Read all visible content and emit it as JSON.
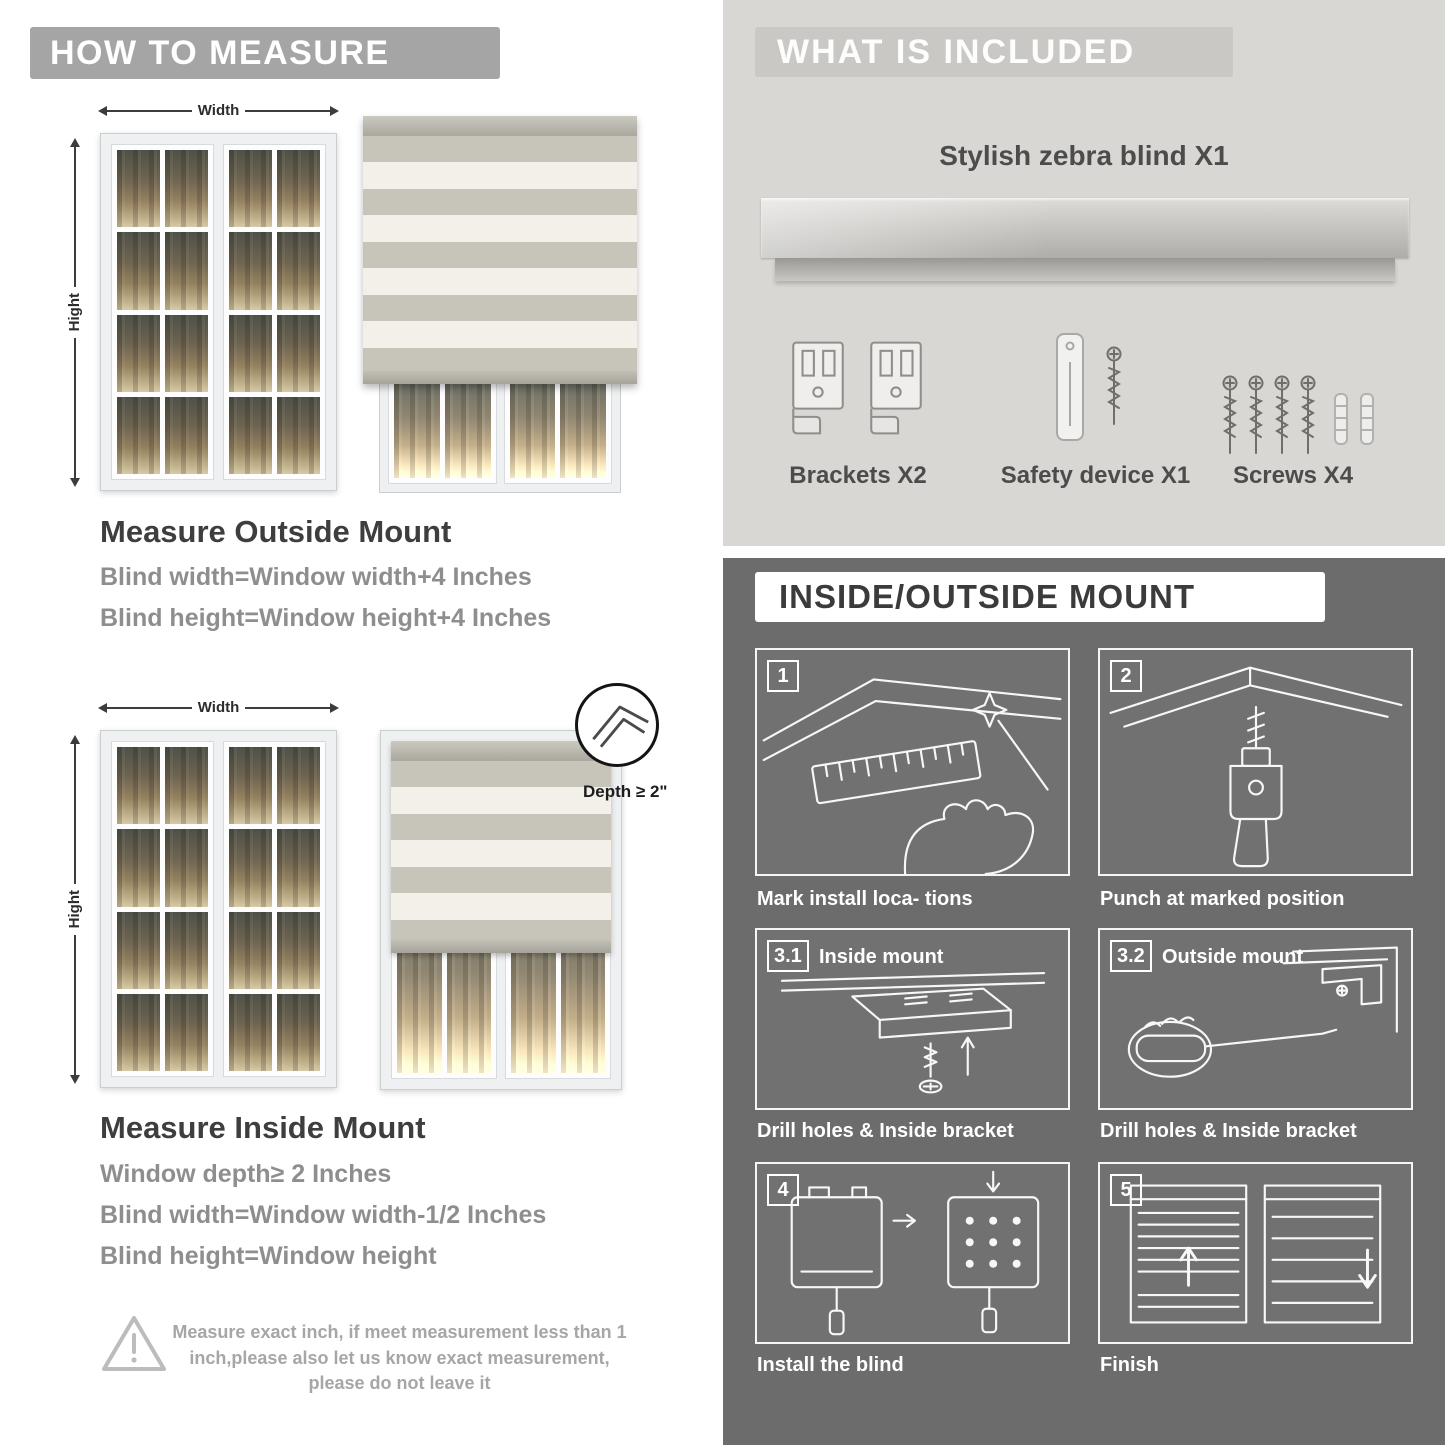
{
  "colors": {
    "banner_gray": "#a5a5a5",
    "heading_dark": "#3e3e3e",
    "body_gray": "#8e8e8e",
    "included_bg": "#d8d7d4",
    "included_banner": "#c9c8c5",
    "dark_bg": "#6c6c6c"
  },
  "how_to_measure": {
    "header": "HOW TO MEASURE",
    "width_label": "Width",
    "height_label": "Hight",
    "outside": {
      "title": "Measure Outside Mount",
      "lines": [
        "Blind width=Window width+4 Inches",
        "Blind height=Window height+4 Inches"
      ]
    },
    "inside": {
      "depth_callout": "Depth ≥ 2\"",
      "title": "Measure Inside Mount",
      "lines": [
        "Window depth≥ 2 Inches",
        "Blind width=Window width-1/2 Inches",
        "Blind height=Window height"
      ]
    },
    "warning_text": "Measure exact inch, if meet measurement less than 1 inch,please also let us know exact measurement, please do not leave it"
  },
  "what_is_included": {
    "header": "WHAT IS INCLUDED",
    "product_label": "Stylish zebra blind X1",
    "items": [
      {
        "label": "Brackets X2"
      },
      {
        "label": "Safety device X1"
      },
      {
        "label": "Screws X4"
      }
    ]
  },
  "mount_guide": {
    "header": "INSIDE/OUTSIDE MOUNT",
    "steps": [
      {
        "num": "1",
        "title": "",
        "caption": "Mark install loca- tions"
      },
      {
        "num": "2",
        "title": "",
        "caption": "Punch at  marked position"
      },
      {
        "num": "3.1",
        "title": "Inside mount",
        "caption": "Drill holes &  Inside bracket"
      },
      {
        "num": "3.2",
        "title": "Outside mount",
        "caption": "Drill holes &  Inside bracket"
      },
      {
        "num": "4",
        "title": "",
        "caption": "Install the blind"
      },
      {
        "num": "5",
        "title": "",
        "caption": "Finish"
      }
    ]
  }
}
